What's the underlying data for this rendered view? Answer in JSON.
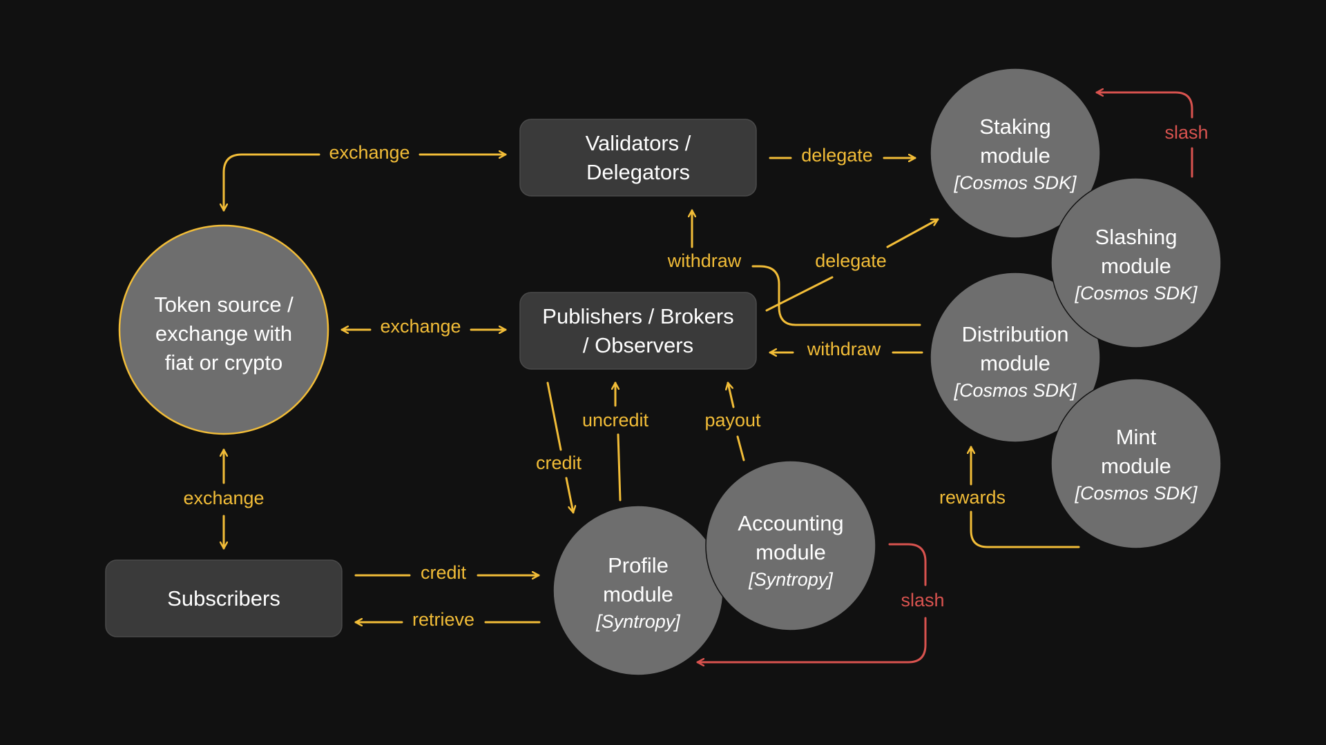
{
  "colors": {
    "background": "#111111",
    "flow": "#f2bd38",
    "penalty": "#d9534f",
    "box": "#3a3a3a",
    "module": "#6e6e6e"
  },
  "nodes": {
    "token_source": {
      "lines": [
        "Token source /",
        "exchange with",
        "fiat or crypto"
      ]
    },
    "subscribers": {
      "lines": [
        "Subscribers"
      ]
    },
    "validators": {
      "lines": [
        "Validators /",
        "Delegators"
      ]
    },
    "publishers": {
      "lines": [
        "Publishers / Brokers",
        "/ Observers"
      ]
    },
    "staking": {
      "lines": [
        "Staking",
        "module"
      ],
      "sub": "[Cosmos SDK]"
    },
    "slashing": {
      "lines": [
        "Slashing",
        "module"
      ],
      "sub": "[Cosmos SDK]"
    },
    "distribution": {
      "lines": [
        "Distribution",
        "module"
      ],
      "sub": "[Cosmos SDK]"
    },
    "mint": {
      "lines": [
        "Mint",
        "module"
      ],
      "sub": "[Cosmos SDK]"
    },
    "profile": {
      "lines": [
        "Profile",
        "module"
      ],
      "sub": "[Syntropy]"
    },
    "accounting": {
      "lines": [
        "Accounting",
        "module"
      ],
      "sub": "[Syntropy]"
    }
  },
  "edges": {
    "exchange_top": "exchange",
    "exchange_mid": "exchange",
    "exchange_bottom": "exchange",
    "delegate_top": "delegate",
    "delegate_mid": "delegate",
    "withdraw_up": "withdraw",
    "withdraw_left": "withdraw",
    "slash_staking": "slash",
    "slash_accounting": "slash",
    "credit_subscribers": "credit",
    "retrieve": "retrieve",
    "credit_publishers": "credit",
    "uncredit": "uncredit",
    "payout": "payout",
    "rewards": "rewards"
  }
}
